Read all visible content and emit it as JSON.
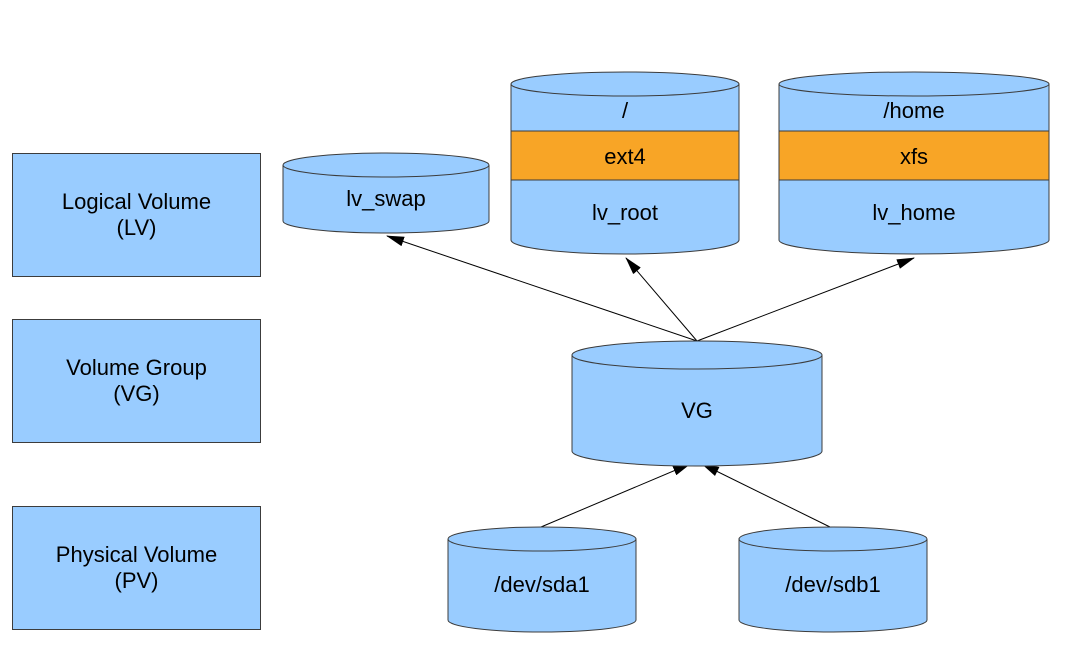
{
  "legend": {
    "lv": {
      "line1": "Logical Volume",
      "line2": "(LV)"
    },
    "vg": {
      "line1": "Volume Group",
      "line2": "(VG)"
    },
    "pv": {
      "line1": "Physical Volume",
      "line2": "(PV)"
    }
  },
  "logical_volumes": {
    "swap": {
      "label": "lv_swap"
    },
    "root": {
      "mount": "/",
      "fs": "ext4",
      "label": "lv_root"
    },
    "home": {
      "mount": "/home",
      "fs": "xfs",
      "label": "lv_home"
    }
  },
  "volume_group": {
    "label": "VG"
  },
  "physical_volumes": {
    "sda1": {
      "label": "/dev/sda1"
    },
    "sdb1": {
      "label": "/dev/sdb1"
    }
  },
  "colors": {
    "volume_fill": "#99ccff",
    "filesystem_band": "#f8a526",
    "outline": "#3c3c3c",
    "arrow": "#000000"
  }
}
